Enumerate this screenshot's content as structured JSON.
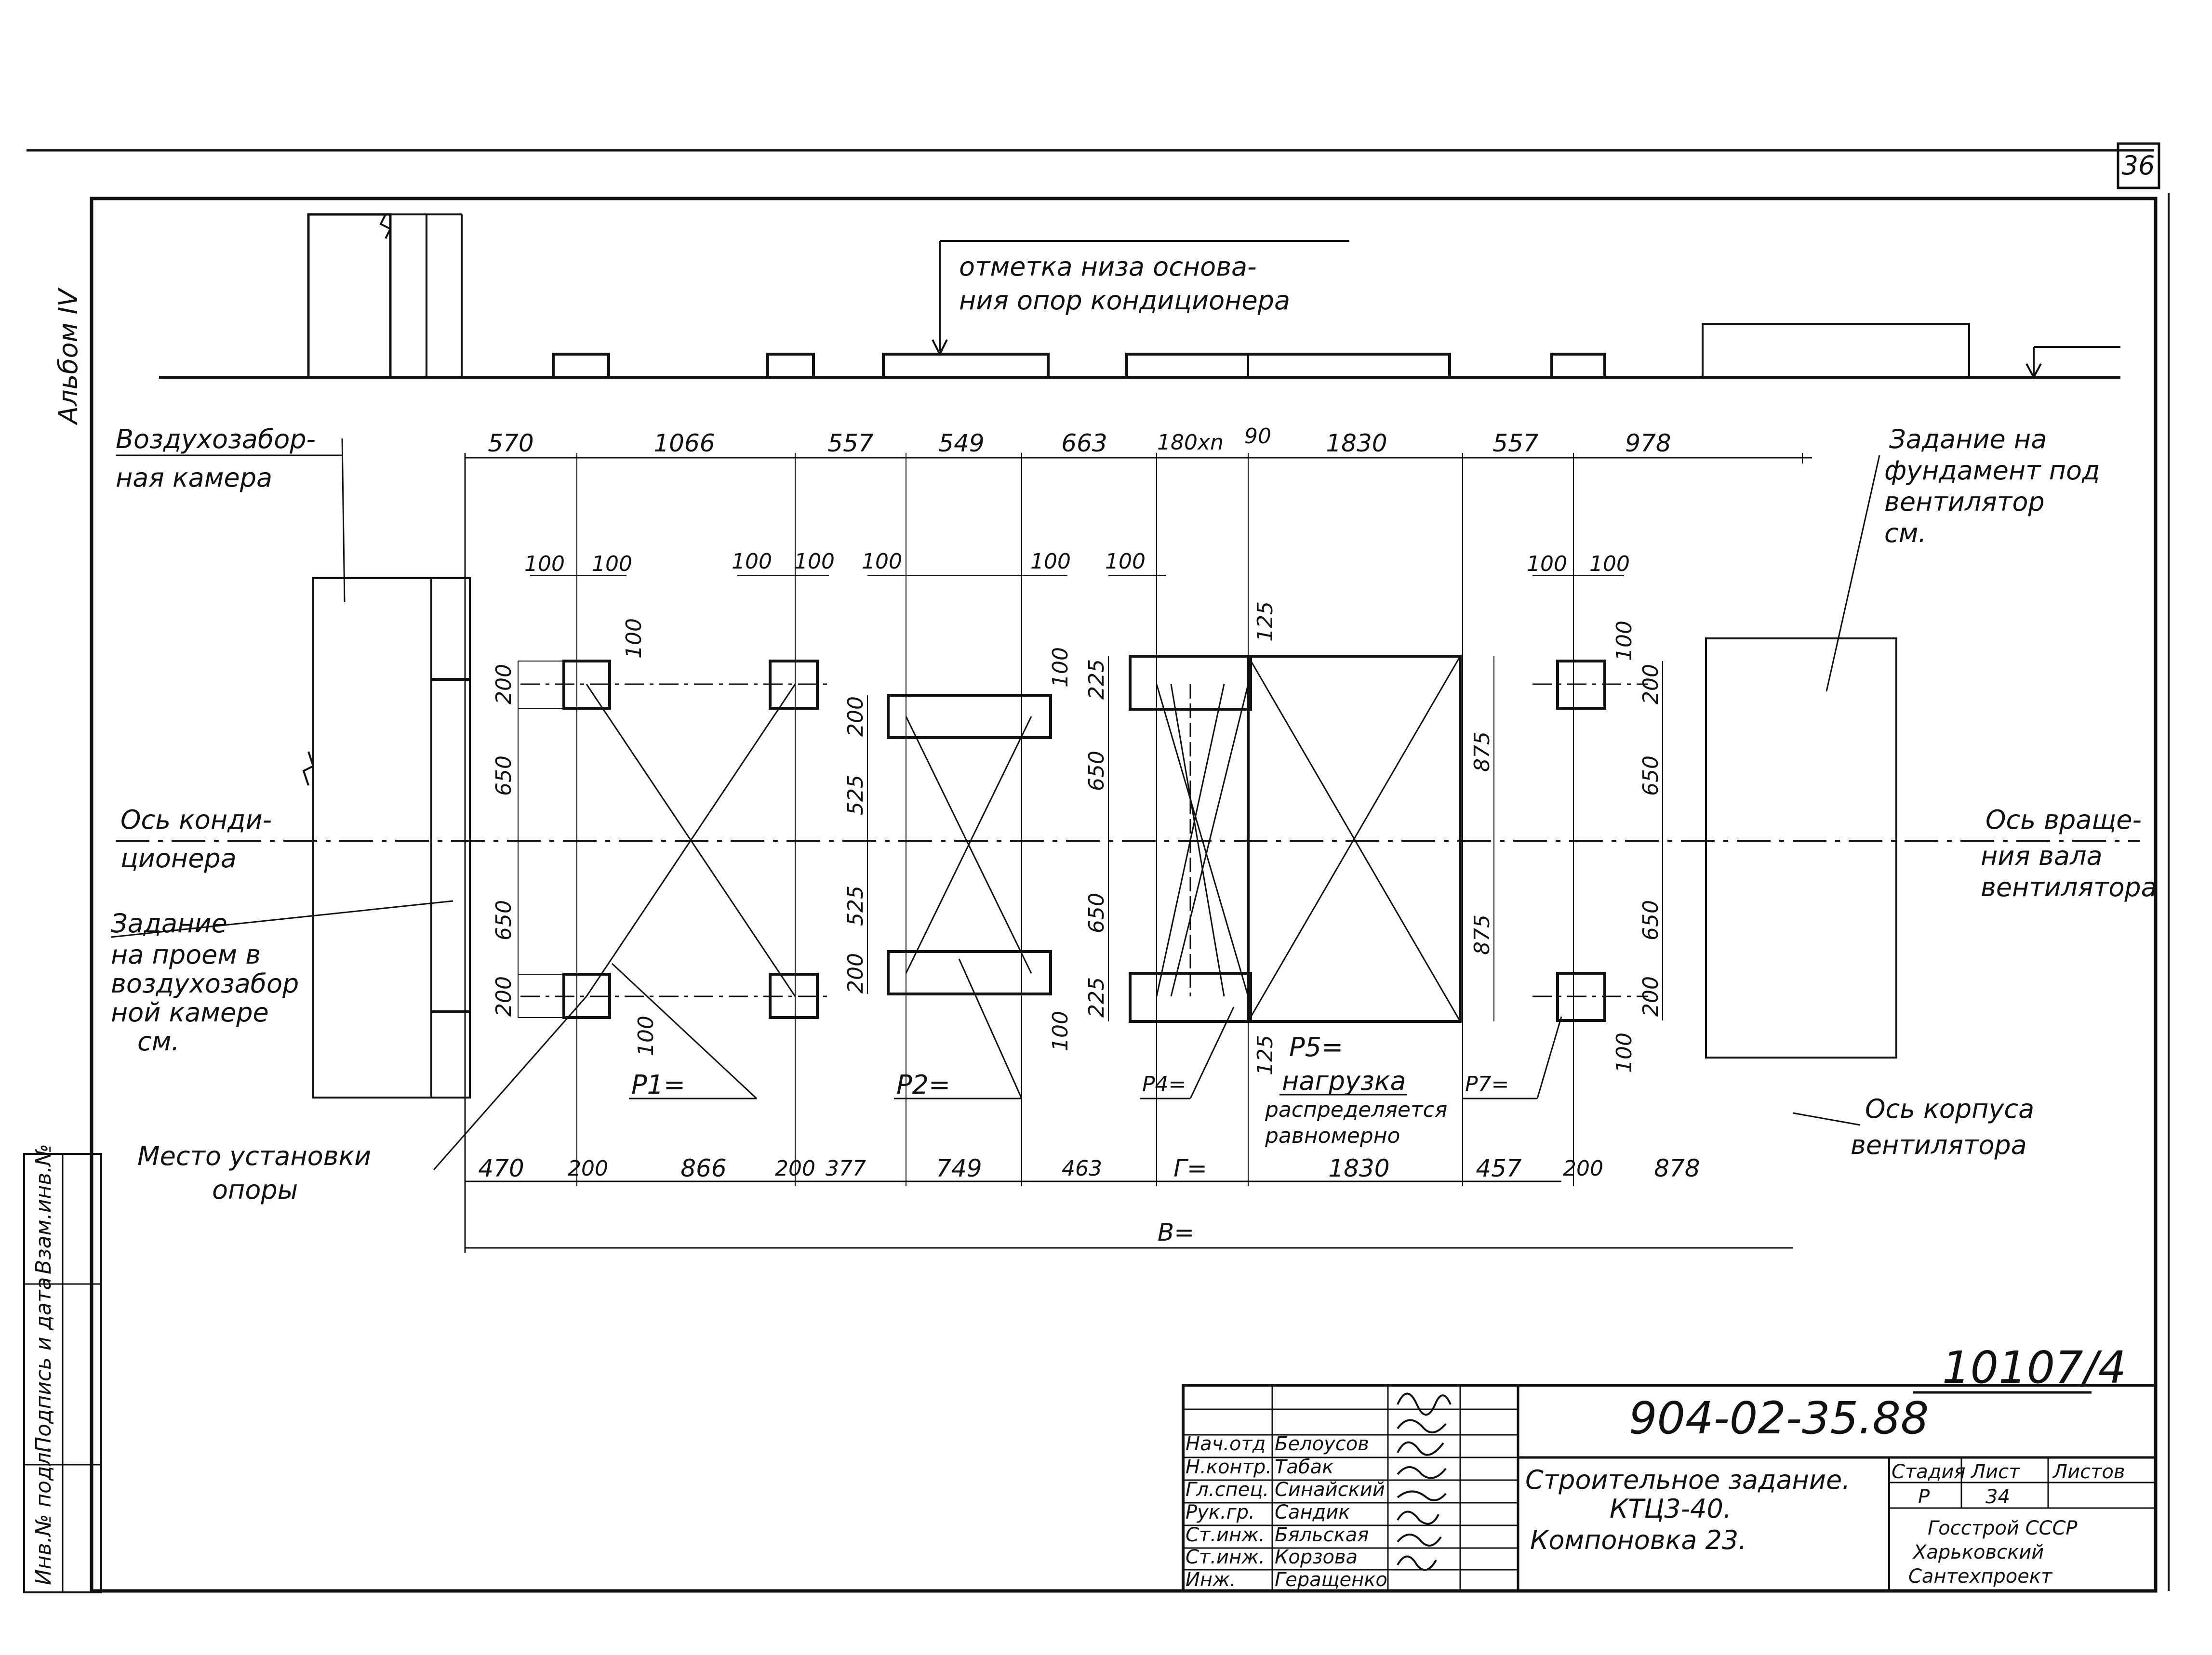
{
  "sheet_number": "36",
  "album": "Альбом IV",
  "archive_number": "10107/4",
  "annotations": {
    "base_level": [
      "отметка низа основа-",
      "ния опор кондиционера"
    ],
    "air_intake": [
      "Воздухозабор-",
      "ная камера"
    ],
    "fan_foundation": [
      "Задание на",
      "фундамент под",
      "вентилятор",
      "см."
    ],
    "conditioner_axis": [
      "Ось конди-",
      "ционера"
    ],
    "fan_shaft_axis": [
      "Ось враще-",
      "ния вала",
      "вентилятора"
    ],
    "opening_task": [
      "Задание",
      "на проем в",
      "воздухозабор",
      "ной камере",
      "см."
    ],
    "support_place": [
      "Место установки",
      "опоры"
    ],
    "fan_housing_axis": [
      "Ось корпуса",
      "вентилятора"
    ],
    "load_note": [
      "нагрузка",
      "распределяется",
      "равномерно"
    ]
  },
  "loads": {
    "p1": "P1=",
    "p2": "P2=",
    "p4": "P4=",
    "p5": "P5=",
    "p7": "P7="
  },
  "dimensions": {
    "top": [
      "570",
      "1066",
      "557",
      "549",
      "663",
      "180xn",
      "90",
      "1830",
      "557",
      "978"
    ],
    "bottom": [
      "470",
      "200",
      "866",
      "200",
      "377",
      "749",
      "463",
      "Г=",
      "1830",
      "457",
      "200",
      "878"
    ],
    "total": "В=",
    "small100": "100",
    "support_vertical": [
      "200",
      "650",
      "650",
      "200"
    ],
    "beam_vertical": [
      "200",
      "525",
      "525",
      "200"
    ],
    "group4_vertical": [
      "225",
      "650",
      "650",
      "225"
    ],
    "group5_vertical": [
      "875",
      "875"
    ],
    "group5_top": "125",
    "group5_bottom": "125"
  },
  "title_block": {
    "doc_number": "904-02-35.88",
    "staff": [
      {
        "role": "Нач.отд",
        "name": "Белоусов"
      },
      {
        "role": "Н.контр.",
        "name": "Табак"
      },
      {
        "role": "Гл.спец.",
        "name": "Синайский"
      },
      {
        "role": "Рук.гр.",
        "name": "Сандик"
      },
      {
        "role": "Ст.инж.",
        "name": "Бяльская"
      },
      {
        "role": "Ст.инж.",
        "name": "Корзова"
      },
      {
        "role": "Инж.",
        "name": "Геращенко"
      }
    ],
    "title_lines": [
      "Строительное задание.",
      "КТЦ3-40.",
      "Компоновка 23."
    ],
    "stage_header": "Стадия",
    "sheet_header": "Лист",
    "sheets_header": "Листов",
    "stage": "Р",
    "sheet": "34",
    "organization": [
      "Госстрой СССР",
      "Харьковский",
      "Сантехпроект"
    ]
  },
  "side_stamp": [
    "Инв.№ подл.",
    "Подпись и дата",
    "Взам.инв.№"
  ]
}
